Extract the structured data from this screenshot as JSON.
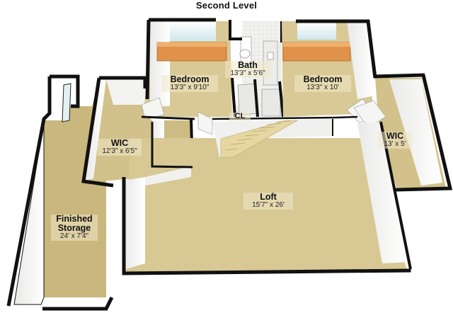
{
  "floor": {
    "title": "Second Level"
  },
  "rooms": {
    "bath": {
      "name": "Bath",
      "dims": "13'3\" x 5'6\""
    },
    "bedroom_left": {
      "name": "Bedroom",
      "dims": "13'3\" x 9'10\""
    },
    "bedroom_right": {
      "name": "Bedroom",
      "dims": "13'3\" x 10'"
    },
    "closet": {
      "name": "CL"
    },
    "wic_left": {
      "name": "WIC",
      "dims": "12'3\" x 6'5\""
    },
    "wic_right": {
      "name": "WIC",
      "dims": "13' x 5'"
    },
    "loft": {
      "name": "Loft",
      "dims": "15'7\" x 26'"
    },
    "storage": {
      "name": "Finished Storage",
      "dims": "24' x 7'4\""
    }
  },
  "colors": {
    "floor_carpet": "#d8c894",
    "wall_top": "#111111",
    "wall_face": "#f4f4f2",
    "cabinet": "#d98a3c",
    "stair": "#e6d7a2"
  }
}
